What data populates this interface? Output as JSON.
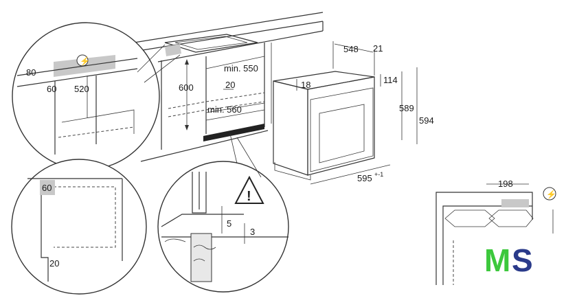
{
  "dimensions": {
    "d80": "80",
    "d60_top": "60",
    "d520": "520",
    "d600": "600",
    "d_min550": "min. 550",
    "d20_cab": "20",
    "d_min560": "min. 560",
    "d548": "548",
    "d21": "21",
    "d18": "18",
    "d114": "114",
    "d589": "589",
    "d594": "594",
    "d595": "595",
    "d595_tol": "+-1",
    "d60_side": "60",
    "d20_side": "20",
    "d5": "5",
    "d3": "3",
    "d198": "198"
  },
  "logo": {
    "m": "M",
    "s": "S"
  },
  "colors": {
    "line": "#333333",
    "shade": "#c8c8c8",
    "logo_green": "#3cc83c",
    "logo_blue": "#2a3a8a"
  }
}
